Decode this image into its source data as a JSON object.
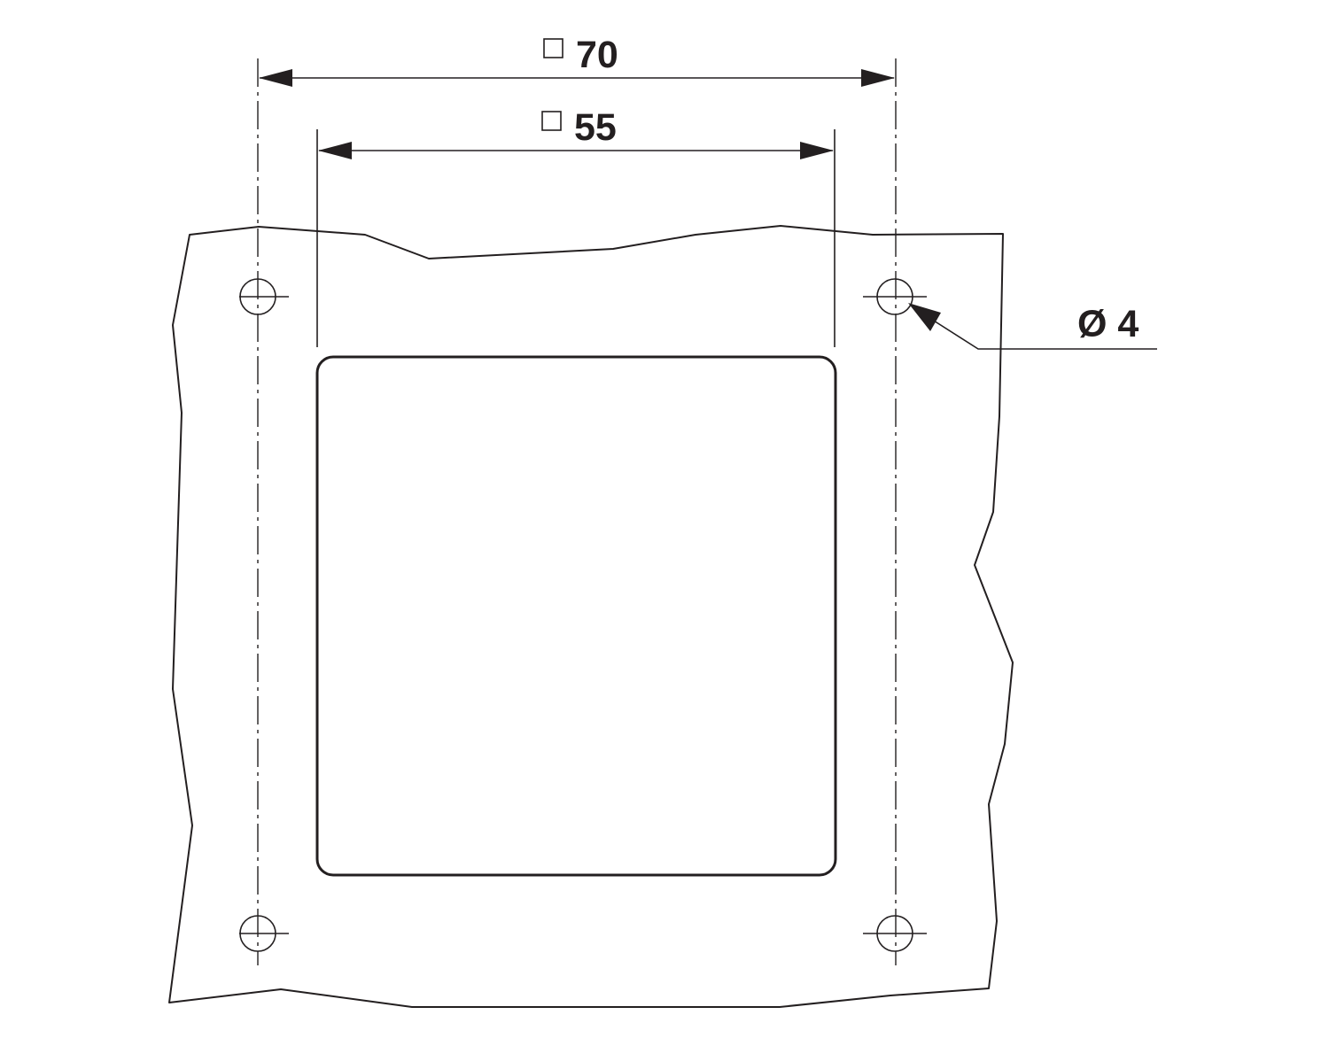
{
  "drawing": {
    "dimensions": {
      "outer": {
        "symbol": "square",
        "value": "70"
      },
      "inner": {
        "symbol": "square",
        "value": "55"
      },
      "hole": {
        "label": "Ø 4"
      }
    },
    "line_color": "#231f20"
  }
}
